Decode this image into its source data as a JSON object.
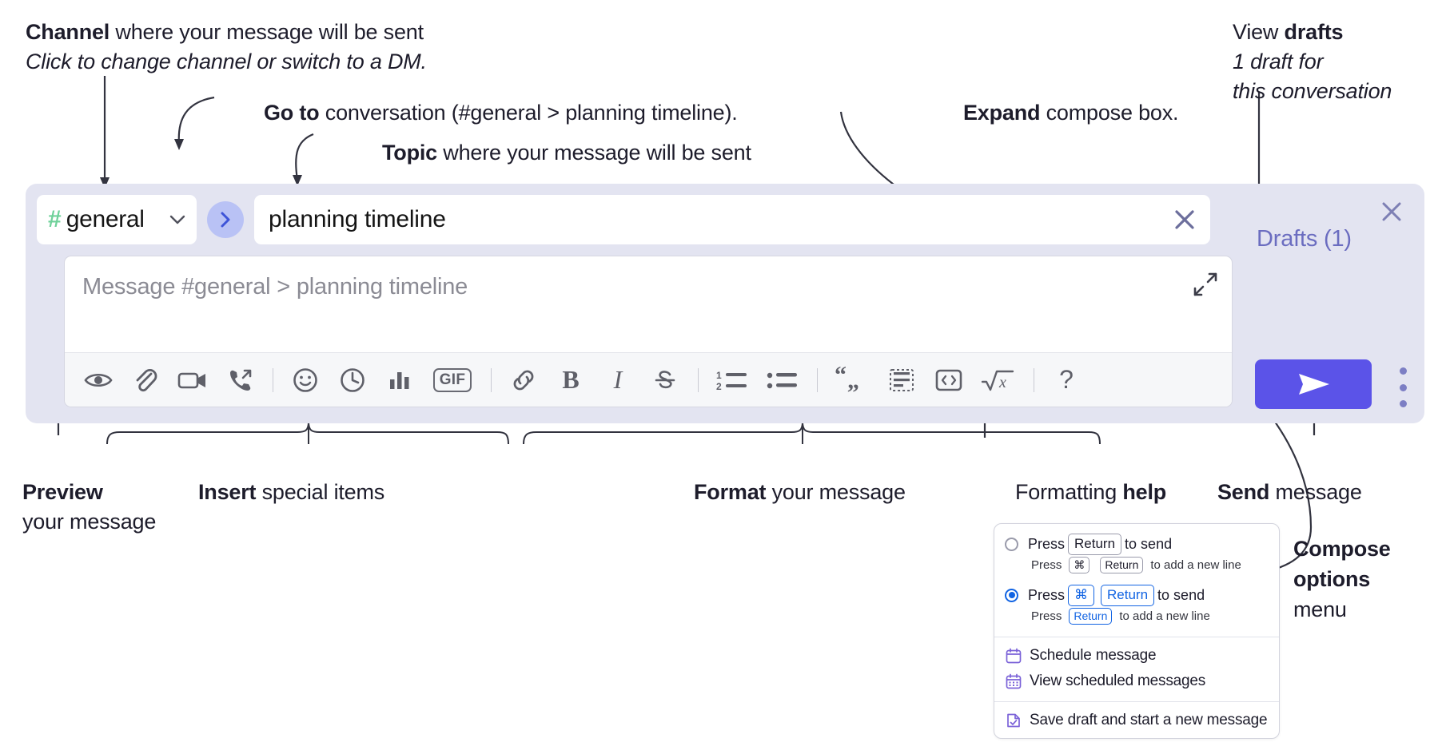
{
  "annotations": {
    "channel": {
      "line1_bold": "Channel",
      "line1_rest": " where your message will be sent",
      "line2_italic": "Click to change channel or switch to a DM."
    },
    "goto": {
      "bold": "Go to",
      "rest": " conversation (#general > planning timeline)."
    },
    "topic": {
      "bold": "Topic",
      "rest": " where your message will be sent"
    },
    "expand": {
      "bold": "Expand",
      "rest": " compose box."
    },
    "drafts": {
      "line1_plain": "View ",
      "line1_bold": "drafts",
      "line2_italic": "1 draft for",
      "line3_italic": "this conversation"
    },
    "preview": {
      "line1_bold": "Preview",
      "line2": "your message"
    },
    "insert": {
      "bold": "Insert",
      "rest": " special items"
    },
    "format": {
      "bold": "Format",
      "rest": " your message"
    },
    "formatting_help": {
      "plain": "Formatting ",
      "bold": "help"
    },
    "send": {
      "bold": "Send",
      "rest": " message"
    },
    "compose_options": {
      "bold_line1": "Compose",
      "bold_line2": "options",
      "plain_line3": "menu"
    }
  },
  "compose": {
    "channel_chip": {
      "hash": "#",
      "name": "general",
      "icon": "chevron-down-icon"
    },
    "goto_button_icon": "chevron-right-icon",
    "topic_field": {
      "value": "planning timeline",
      "clear_icon": "close-icon"
    },
    "message_input": {
      "placeholder": "Message #general > planning timeline",
      "value": ""
    },
    "expand_icon": "expand-diagonal-icon",
    "panel_close_icon": "close-icon",
    "drafts_label": "Drafts (1)",
    "send_icon": "paper-plane-icon",
    "options_icon": "kebab-menu-icon",
    "toolbar": [
      {
        "name": "preview-icon",
        "label": "Preview"
      },
      {
        "name": "attachment-icon",
        "label": "Attach file"
      },
      {
        "name": "video-camera-icon",
        "label": "Video clip"
      },
      {
        "name": "phone-forward-icon",
        "label": "Audio clip"
      },
      {
        "name": "separator",
        "label": ""
      },
      {
        "name": "emoji-icon",
        "label": "Emoji"
      },
      {
        "name": "clock-icon",
        "label": "Reminder"
      },
      {
        "name": "bar-chart-icon",
        "label": "Poll"
      },
      {
        "name": "gif-icon",
        "label": "GIF"
      },
      {
        "name": "separator",
        "label": ""
      },
      {
        "name": "link-icon",
        "label": "Link"
      },
      {
        "name": "bold-icon",
        "label": "B"
      },
      {
        "name": "italic-icon",
        "label": "I"
      },
      {
        "name": "strikethrough-icon",
        "label": "Strikethrough"
      },
      {
        "name": "separator",
        "label": ""
      },
      {
        "name": "ordered-list-icon",
        "label": "Ordered list"
      },
      {
        "name": "bulleted-list-icon",
        "label": "Bulleted list"
      },
      {
        "name": "separator",
        "label": ""
      },
      {
        "name": "blockquote-icon",
        "label": "Blockquote"
      },
      {
        "name": "code-block-icon",
        "label": "Code block"
      },
      {
        "name": "inline-code-icon",
        "label": "Code"
      },
      {
        "name": "latex-icon",
        "label": "Math"
      },
      {
        "name": "separator",
        "label": ""
      },
      {
        "name": "help-icon",
        "label": "?"
      }
    ]
  },
  "options_menu": {
    "option_enter": {
      "selected": false,
      "prefix": "Press",
      "key": "Return",
      "suffix": "to send",
      "sub_prefix": "Press",
      "sub_key_mod": "⌘",
      "sub_key": "Return",
      "sub_suffix": "to add a new line"
    },
    "option_cmd_enter": {
      "selected": true,
      "prefix": "Press",
      "key_mod": "⌘",
      "key": "Return",
      "suffix": "to send",
      "sub_prefix": "Press",
      "sub_key": "Return",
      "sub_suffix": "to add a new line"
    },
    "items": [
      {
        "icon": "calendar-icon",
        "label": "Schedule message"
      },
      {
        "icon": "calendar-grid-icon",
        "label": "View scheduled messages"
      },
      {
        "icon": "save-draft-icon",
        "label": "Save draft and start a new message"
      }
    ]
  },
  "colors": {
    "panel_bg": "#e3e4f1",
    "accent_purple": "#5b53e8",
    "drafts_text": "#6b6dc0",
    "hash_green": "#6fd19a",
    "goto_circle": "#b9c2f5",
    "radio_blue": "#1264e3",
    "text_dark": "#1d1c2b"
  }
}
